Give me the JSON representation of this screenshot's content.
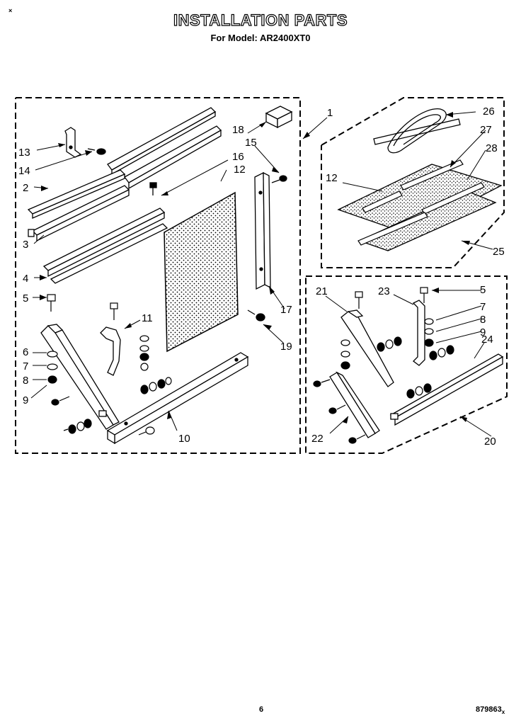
{
  "header": {
    "corner_mark": "×",
    "title": "INSTALLATION PARTS",
    "subtitle": "For Model: AR2400XT0"
  },
  "footer": {
    "page_number": "6",
    "document_code": "879863",
    "document_suffix": "x"
  },
  "callouts": {
    "c1": "1",
    "c2": "2",
    "c3": "3",
    "c4": "4",
    "c5": "5",
    "c5b": "5",
    "c6": "6",
    "c7": "7",
    "c7b": "7",
    "c8": "8",
    "c8b": "8",
    "c9": "9",
    "c9b": "9",
    "c10": "10",
    "c11": "11",
    "c12": "12",
    "c12b": "12",
    "c13": "13",
    "c14": "14",
    "c15": "15",
    "c16": "16",
    "c17": "17",
    "c18": "18",
    "c19": "19",
    "c20": "20",
    "c21": "21",
    "c22": "22",
    "c23": "23",
    "c24": "24",
    "c25": "25",
    "c26": "26",
    "c27": "27",
    "c28": "28"
  }
}
